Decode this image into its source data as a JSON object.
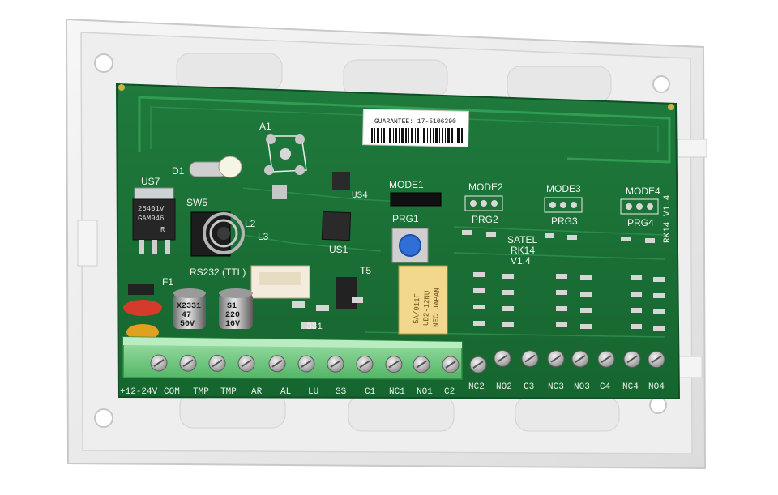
{
  "board": {
    "sticker": "GUARANTEE: 17-5106390",
    "antenna": "A1",
    "led": "D1",
    "regulator": {
      "ref": "US7",
      "line1": "25401V",
      "line2": "GAM946",
      "mark": "R"
    },
    "switch": "SW5",
    "coil": "L2",
    "l3": "L3",
    "mcu": "US1",
    "us4": "US4",
    "uart": "RS232 (TTL)",
    "fuse": "F1",
    "t5": "T5",
    "cap1": {
      "line1": "X2331",
      "line2": "47",
      "line3": "50V"
    },
    "cap2": {
      "line1": "S1",
      "line2": "220",
      "line3": "16V"
    },
    "relay": {
      "line1": "5A/911F",
      "line2": "UD2-12NU",
      "line3": "NEC JAPAN"
    },
    "modes": [
      "MODE1",
      "MODE2",
      "MODE3",
      "MODE4"
    ],
    "prgs": [
      "PRG1",
      "PRG2",
      "PRG3",
      "PRG4"
    ],
    "brand": {
      "line1": "SATEL",
      "line2": "RK14",
      "line3": "V1.4"
    },
    "side_mark": "RK14 V1.4",
    "resistor_code": "331",
    "terminal_labels": [
      "+12-24V",
      "COM",
      "TMP",
      "TMP",
      "AR",
      "AL",
      "LU",
      "SS",
      "C1",
      "NC1",
      "NO1",
      "C2",
      "NC2",
      "NO2",
      "C3",
      "NC3",
      "NO3",
      "C4",
      "NC4",
      "NO4"
    ]
  }
}
